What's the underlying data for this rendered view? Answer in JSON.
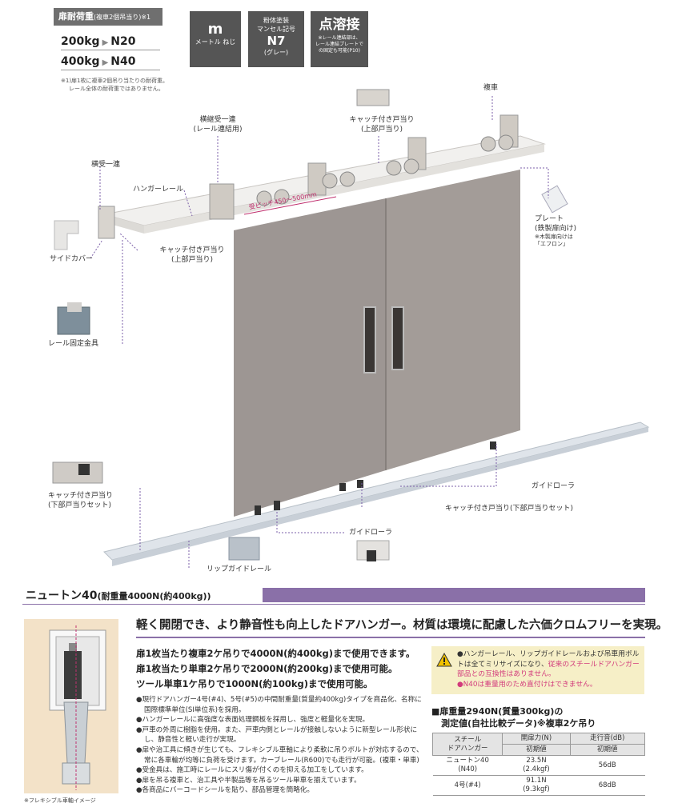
{
  "spec": {
    "header": "扉耐荷重",
    "header_note": "(複車2個吊当り)",
    "header_sup": "※1",
    "rows": [
      {
        "load": "200kg",
        "model": "N20"
      },
      {
        "load": "400kg",
        "model": "N40"
      }
    ],
    "note_1": "※1)扉1枚に複車2個吊り当たりの耐荷重。",
    "note_2": "レール全体の耐荷重ではありません。"
  },
  "boxes": {
    "b1_big": "m",
    "b1_sub": "メートル ねじ",
    "b2_top1": "粉体塗装",
    "b2_top2": "マンセル記号",
    "b2_big": "N7",
    "b2_sub": "(グレー)",
    "b3_big": "点溶接",
    "b3_n1": "※レール連結部は、",
    "b3_n2": "レール連結プレートで",
    "b3_n3": "の固定も可能(P10)"
  },
  "labels": {
    "fukusha": "複車",
    "catch_top_a": "キャッチ付き戸当り",
    "catch_top_a2": "(上部戸当り)",
    "yokotsugi": "横継受一連",
    "yokotsugi2": "(レール連結用)",
    "yokouke": "横受一連",
    "hanger_rail": "ハンガーレール",
    "pitch": "受ピッチ450～500mm",
    "side_cover": "サイドカバー",
    "catch_top_b": "キャッチ付き戸当り",
    "catch_top_b2": "(上部戸当り)",
    "plate": "プレート",
    "plate2": "(鉄製扉向け)",
    "plate3": "※木製扉向けは",
    "plate4": "「エフロン」",
    "rail_fix": "レール固定金具",
    "catch_bottom_l": "キャッチ付き戸当り",
    "catch_bottom_l2": "(下部戸当りセット)",
    "guide_roller_r": "ガイドローラ",
    "catch_bottom_r": "キャッチ付き戸当り(下部戸当りセット)",
    "guide_roller_c": "ガイドローラ",
    "lip_rail": "リップガイドレール"
  },
  "title": {
    "name": "ニュートン40",
    "sub": "(耐重量4000N(約400kg))"
  },
  "headline": "軽く開閉でき、より静音性も向上したドアハンガー。材質は環境に配慮した六価クロムフリーを実現。",
  "product_caption": "※フレキシブル車軸イメージ",
  "main_lines": [
    "扉1枚当たり複車2ケ吊りで4000N(約400kg)まで使用できます。",
    "扉1枚当たり単車2ケ吊りで2000N(約200kg)まで使用可能。",
    "ツール単車1ケ吊りで1000N(約100kg)まで使用可能。"
  ],
  "bullets": [
    "●現行ドアハンガー4号(#4)、5号(#5)の中間耐重量(質量約400kg)タイプを商品化、名称に国際標準単位(SI単位系)を採用。",
    "●ハンガーレールに高強度な表面処理鋼板を採用し、強度と軽量化を実現。",
    "●戸車の外周に樹脂を使用。また、戸車内側とレールが接触しないように新型レール形状にし、静音性と軽い走行が実現。",
    "●扉や治工具に傾きが生じても、フレキシブル車軸により柔軟に吊りボルトが対応するので、常に各車輪が均等に負荷を受けます。カーブレール(R600)でも走行が可能。(複車・単車)",
    "●受金具は、施工時にレールにスリ傷が付くのを抑える加工をしています。",
    "●扉を吊る複車と、治工具や半製品等を吊るツール単車を揃えています。",
    "●各商品にバーコードシールを貼り、部品管理を簡略化。"
  ],
  "warning": {
    "l1a": "●ハンガーレール、リップガイドレールおよび吊車用ボルトは全てミリサイズになり、",
    "l1b": "従来のスチールドアハンガー部品との互換性はありません。",
    "l2": "●N40は重量用のため直付けはできません。"
  },
  "table": {
    "title1": "■扉重量2940N(質量300kg)の",
    "title2": "測定値(自社比較データ)※複車2ケ吊り",
    "col_product1": "スチール",
    "col_product2": "ドアハンガー",
    "col_force": "開扉力(N)",
    "col_sound": "走行音(dB)",
    "sub_force": "初期値",
    "sub_sound": "初期値",
    "rows": [
      {
        "name1": "ニュートン40",
        "name2": "(N40)",
        "force1": "23.5N",
        "force2": "(2.4kgf)",
        "sound": "56dB"
      },
      {
        "name1": "4号(#4)",
        "name2": "",
        "force1": "91.1N",
        "force2": "(9.3kgf)",
        "sound": "68dB"
      }
    ]
  },
  "colors": {
    "accent_purple": "#8a70a8",
    "warning_bg": "#f6efc7",
    "warning_pink": "#d23b7c",
    "door_gray": "#9d9693",
    "box_gray": "#555555"
  }
}
